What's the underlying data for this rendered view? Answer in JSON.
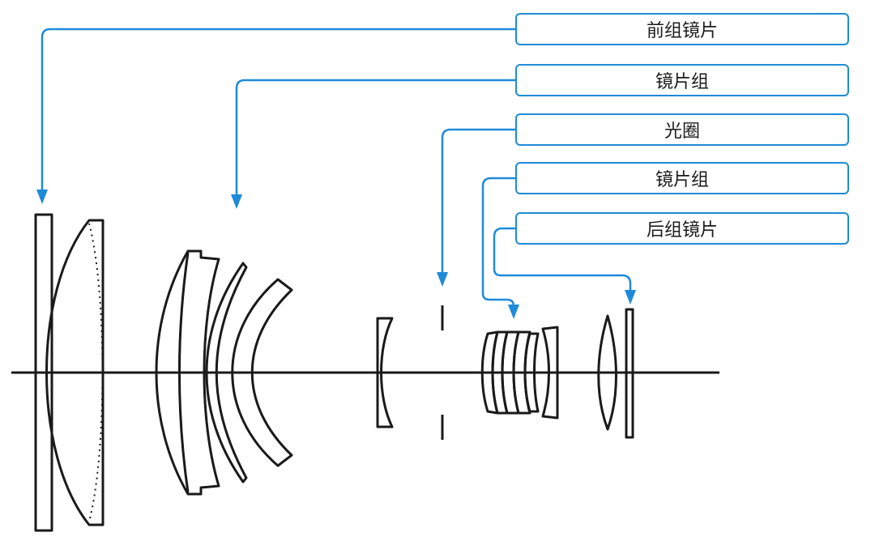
{
  "labels": {
    "front_group": "前组镜片",
    "lens_group_1": "镜片组",
    "aperture": "光圈",
    "lens_group_2": "镜片组",
    "rear_group": "后组镜片"
  },
  "colors": {
    "callout": "#1f8bd8",
    "lens_outline": "#1a1a1a"
  }
}
